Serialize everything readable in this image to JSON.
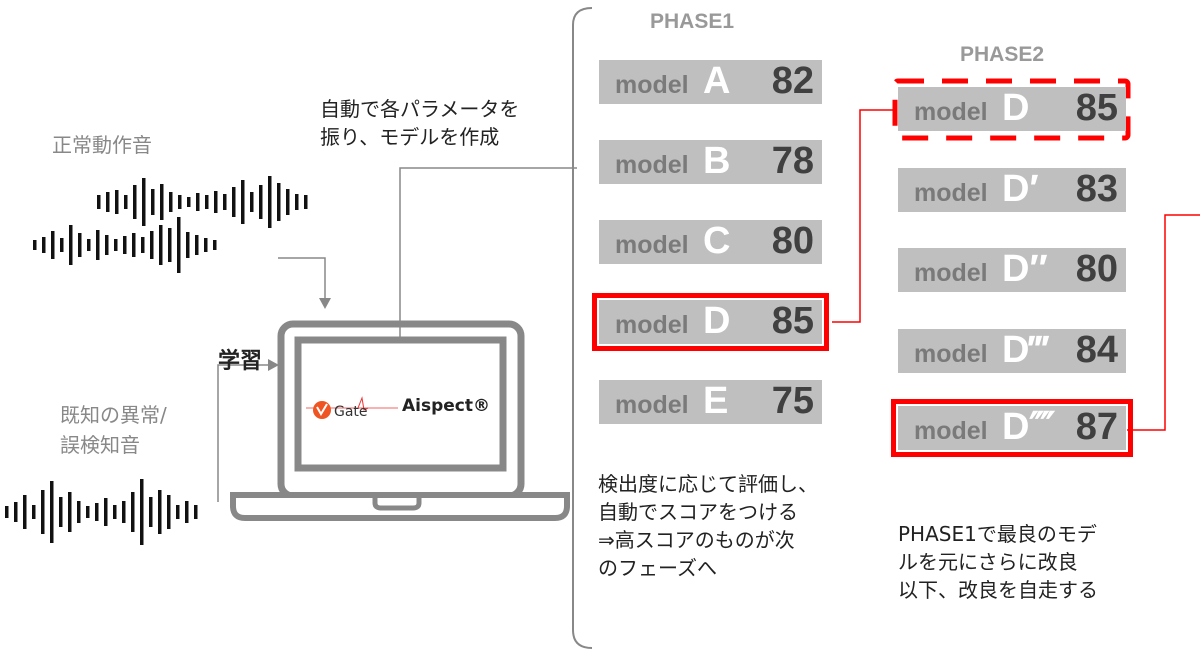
{
  "phase1": {
    "title": "PHASE1",
    "models": [
      {
        "prefix": "model",
        "letter": "A",
        "score": "82"
      },
      {
        "prefix": "model",
        "letter": "B",
        "score": "78"
      },
      {
        "prefix": "model",
        "letter": "C",
        "score": "80"
      },
      {
        "prefix": "model",
        "letter": "D",
        "score": "85"
      },
      {
        "prefix": "model",
        "letter": "E",
        "score": "75"
      }
    ],
    "note": "検出度に応じて評価し、\n自動でスコアをつける\n⇒高スコアのものが次\nのフェーズへ"
  },
  "phase2": {
    "title": "PHASE2",
    "models": [
      {
        "prefix": "model",
        "letter": "D",
        "score": "85"
      },
      {
        "prefix": "model",
        "letter": "D′",
        "score": "83"
      },
      {
        "prefix": "model",
        "letter": "D″",
        "score": "80"
      },
      {
        "prefix": "model",
        "letter": "D‴",
        "score": "84"
      },
      {
        "prefix": "model",
        "letter": "D⁗",
        "score": "87"
      }
    ],
    "note": "PHASE1で最良のモデ\nルを元にさらに改良\n以下、改良を自走する"
  },
  "auto_note": "自動で各パラメータを\n振り、モデルを作成",
  "normal_sound": "正常動作音",
  "anomaly_sound": "既知の異常/\n誤検知音",
  "learning": "学習",
  "logo": {
    "brand": "Gate",
    "product": "Aispect®"
  },
  "colors": {
    "highlight": "#ff0000",
    "box": "#bfbfbf"
  }
}
